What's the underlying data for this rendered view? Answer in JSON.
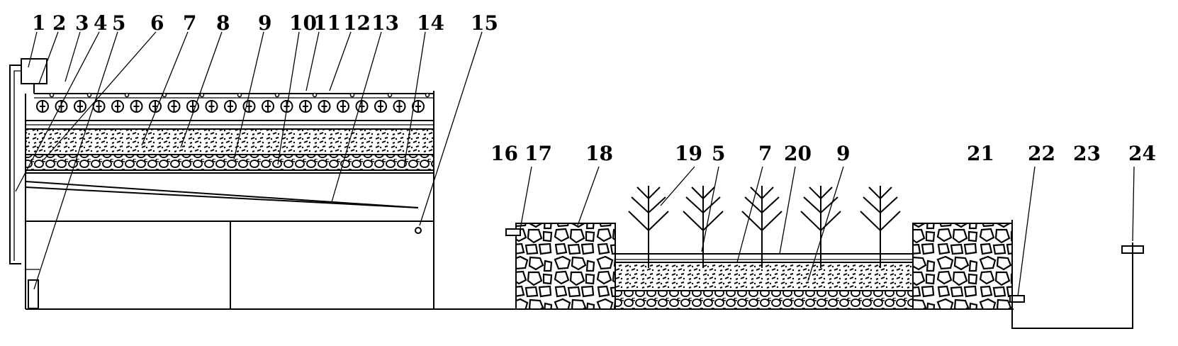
{
  "labels": {
    "n1": "1",
    "n2": "2",
    "n3": "3",
    "n4": "4",
    "n5": "5",
    "n6": "6",
    "n7": "7",
    "n8": "8",
    "n9": "9",
    "n10": "10",
    "n11": "11",
    "n12": "12",
    "n13": "13",
    "n14": "14",
    "n15": "15",
    "n16": "16",
    "n17": "17",
    "n18": "18",
    "n19": "19",
    "n5b": "5",
    "n7b": "7",
    "n20": "20",
    "n9b": "9",
    "n21": "21",
    "n22": "22",
    "n23": "23",
    "n24": "24"
  }
}
